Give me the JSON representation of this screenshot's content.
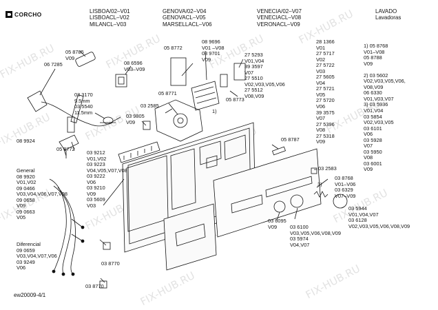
{
  "brand": {
    "name": "CORCHO"
  },
  "header": {
    "col1": [
      "LISBOA/02–V01",
      "LISBOACL–V02",
      "MILANCL–V03"
    ],
    "col2": [
      "GENOVA/02–V04",
      "GENOVACL–V05",
      "MARSELLACL–V06"
    ],
    "col3": [
      "VENECIA/02–V07",
      "VENECIACL–V08",
      "VERONACL–V09"
    ],
    "col4": [
      "LAVADO",
      "Lavadoras"
    ]
  },
  "footer_code": "ew20009-4/1",
  "watermark": "FIX-HUB.RU",
  "labels": {
    "l_058785": [
      "05 8785",
      "V09"
    ],
    "l_067285": [
      "06 7285"
    ],
    "l_086596": [
      "08 6596",
      "V03–V09"
    ],
    "l_058772a": [
      "05 8772"
    ],
    "l_089696": [
      "08 9696",
      "V01 –V08",
      "08 9701",
      "V09"
    ],
    "l_275293": [
      "27 5293",
      "V01,V04",
      "39 3597",
      "V07",
      "27 5510",
      "V02,V03,V05,V06",
      "27 5512",
      "V08,V09"
    ],
    "l_058773": [
      "05 8773"
    ],
    "l_033170": [
      "03 3170",
      "9.5mm",
      "03 5540",
      "11.5mm"
    ],
    "l_058771": [
      "05 8771"
    ],
    "l_032585": [
      "03 2585"
    ],
    "l_039805": [
      "03 9805",
      "V09"
    ],
    "l_one": [
      "1)"
    ],
    "l_089924": [
      "08 9924"
    ],
    "l_058772b": [
      "05 8772"
    ],
    "l_039212": [
      "03 9212",
      "V01,V02",
      "03 9223",
      "V04,V05,V07,V08",
      "03 9222",
      "V06",
      "03 9210",
      "V09",
      "03 5609",
      "V03"
    ],
    "l_general": [
      "General",
      "08 9920",
      "V01,V02",
      "09 0466",
      "V03,V04,V06,V07,V08",
      "09 0658",
      "V09",
      "09 0663",
      "V05"
    ],
    "l_diferencial": [
      "Diferencial",
      "09 0659",
      "V03,V04,V07,V06",
      "03 9249",
      "V06"
    ],
    "l_038770a": [
      "03 8770"
    ],
    "l_038770b": [
      "03 8770"
    ],
    "l_058787": [
      "05 8787"
    ],
    "l_032583": [
      "03 2583"
    ],
    "l_three": [
      "3)"
    ],
    "l_038768": [
      "03 8768",
      "V01–V06",
      "03 6329",
      "V07–V09"
    ],
    "l_036095": [
      "03 6095",
      "V09"
    ],
    "l_036100": [
      "03 6100",
      "V03,V05,V06,V08,V09",
      "03 5974",
      "V04,V07"
    ],
    "l_035944": [
      "03 5944",
      "V01,V04,V07",
      "03 6128",
      "V02,V03,V05,V06,V08,V09"
    ],
    "l_281366": [
      "28 1366",
      "V01",
      "27 5717",
      "V02",
      "27 5722",
      "V03",
      "27 5605",
      "V04",
      "27 5721",
      "V05",
      "27 5720",
      "V06",
      "39 3575",
      "V07",
      "27 5396",
      "V08",
      "27 5318",
      "V09"
    ],
    "l_right": [
      "1)  05 8768",
      "V01–V08",
      "05 8788",
      "V09",
      "",
      "2)  03 5602",
      "V02,V03,V05,V06,",
      "V08,V09",
      "06 6330",
      "V01,V03,V07",
      "3)  03 5936",
      "V01,V04",
      "03 5854",
      "V02,V03,V05",
      "03 6101",
      "V06",
      "03 5928",
      "V07",
      "03 5950",
      "V08",
      "03 6001",
      "V09"
    ]
  }
}
